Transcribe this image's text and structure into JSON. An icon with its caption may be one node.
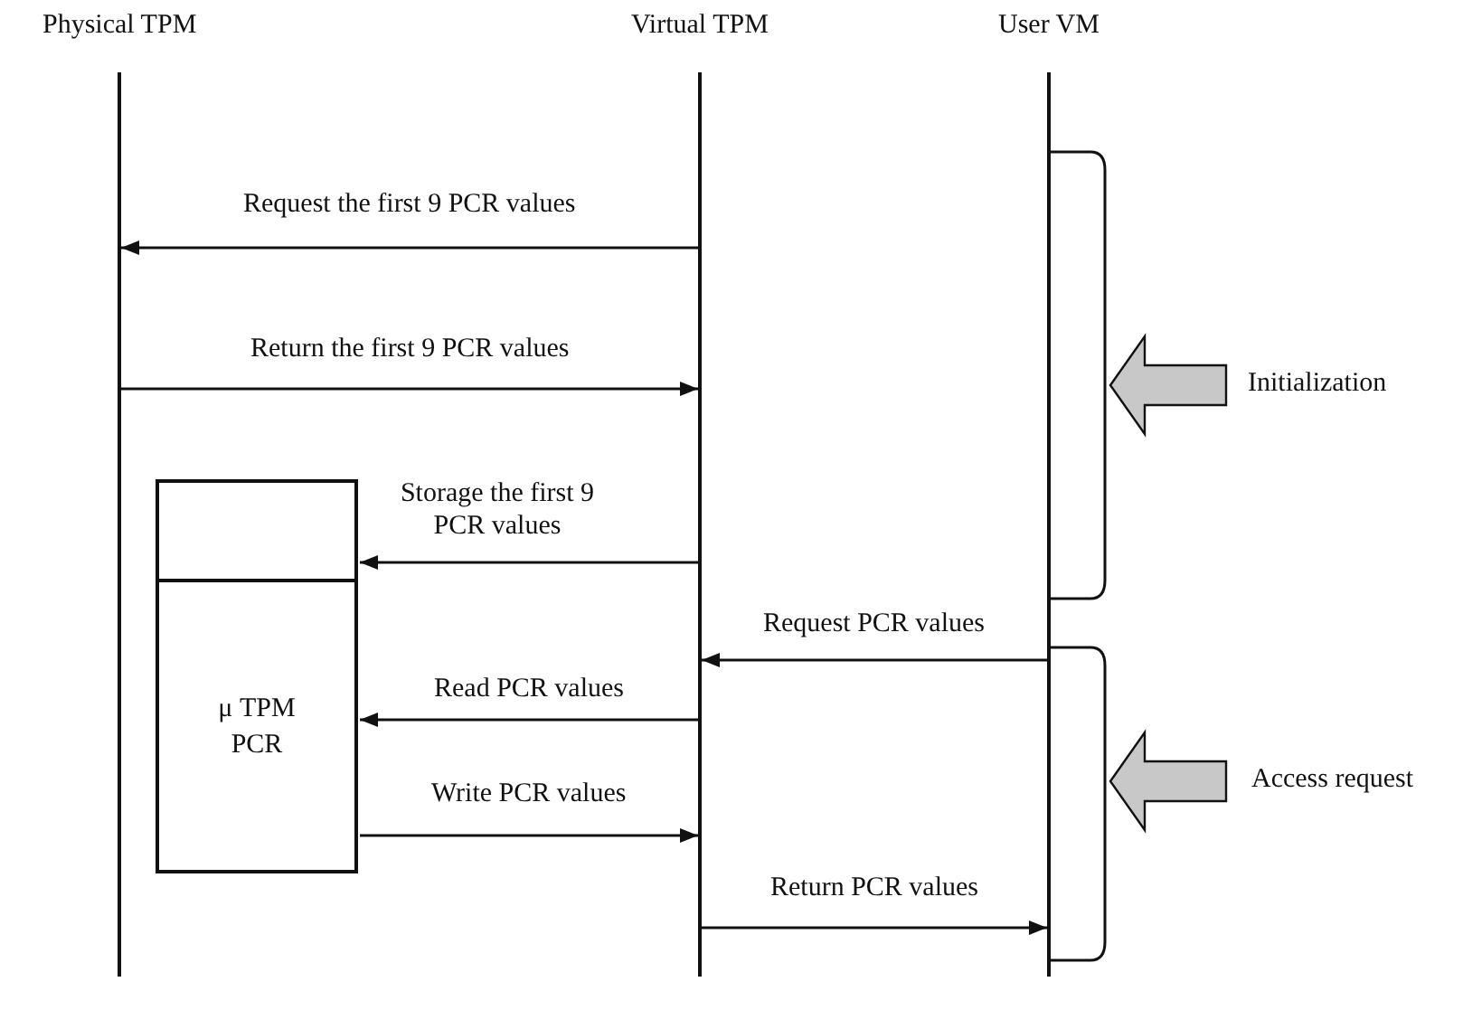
{
  "diagram": {
    "nodes": [
      {
        "text": [
          "Physical TPM"
        ]
      },
      {
        "text": [
          "Virtual TPM"
        ]
      },
      {
        "text": [
          "User VM"
        ]
      },
      {
        "text": [],
        "shape": "box"
      },
      {
        "text": [
          "μ TPM PCR"
        ]
      }
    ],
    "edges": [
      {
        "from": 1,
        "to": 0,
        "arrow": "to",
        "label": "Request the first 9 PCR values"
      },
      {
        "from": 0,
        "to": 1,
        "arrow": "to",
        "label": "Return the first 9 PCR values"
      },
      {
        "from": 1,
        "to": 3,
        "arrow": "to",
        "label": "Storage the first 9 PCR values"
      },
      {
        "from": 2,
        "to": 1,
        "arrow": "to",
        "label": "Request PCR values"
      },
      {
        "from": 1,
        "to": 4,
        "arrow": "to",
        "label": "Read PCR values"
      },
      {
        "from": 4,
        "to": 1,
        "arrow": "to",
        "label": "Write PCR values"
      },
      {
        "from": 1,
        "to": 2,
        "arrow": "to",
        "label": "Return PCR values"
      }
    ],
    "labels": [
      "Initialization",
      "Access request"
    ]
  }
}
